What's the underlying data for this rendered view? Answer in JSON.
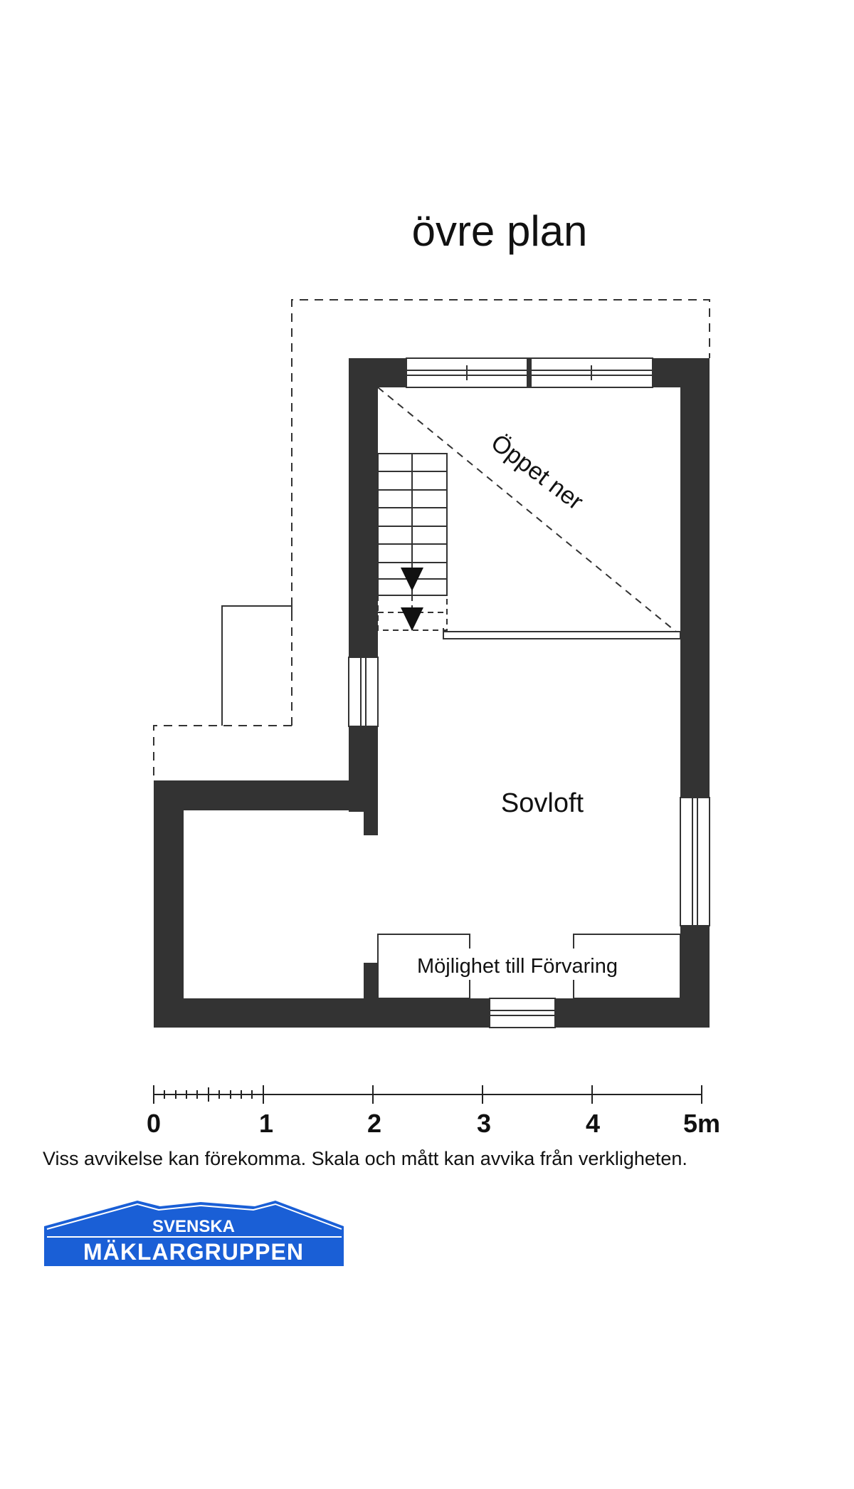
{
  "plan": {
    "title": "övre plan",
    "rooms": {
      "open_below": "Öppet ner",
      "sleeping_loft": "Sovloft",
      "storage": "Möjlighet till Förvaring"
    }
  },
  "scale_bar": {
    "labels": [
      "0",
      "1",
      "2",
      "3",
      "4",
      "5m"
    ]
  },
  "disclaimer": "Viss avvikelse kan förekomma. Skala och mått kan avvika från verkligheten.",
  "logo": {
    "line1": "SVENSKA",
    "line2": "MÄKLARGRUPPEN",
    "color": "#1a5fd6"
  },
  "colors": {
    "wall": "#333333",
    "line": "#222222"
  }
}
